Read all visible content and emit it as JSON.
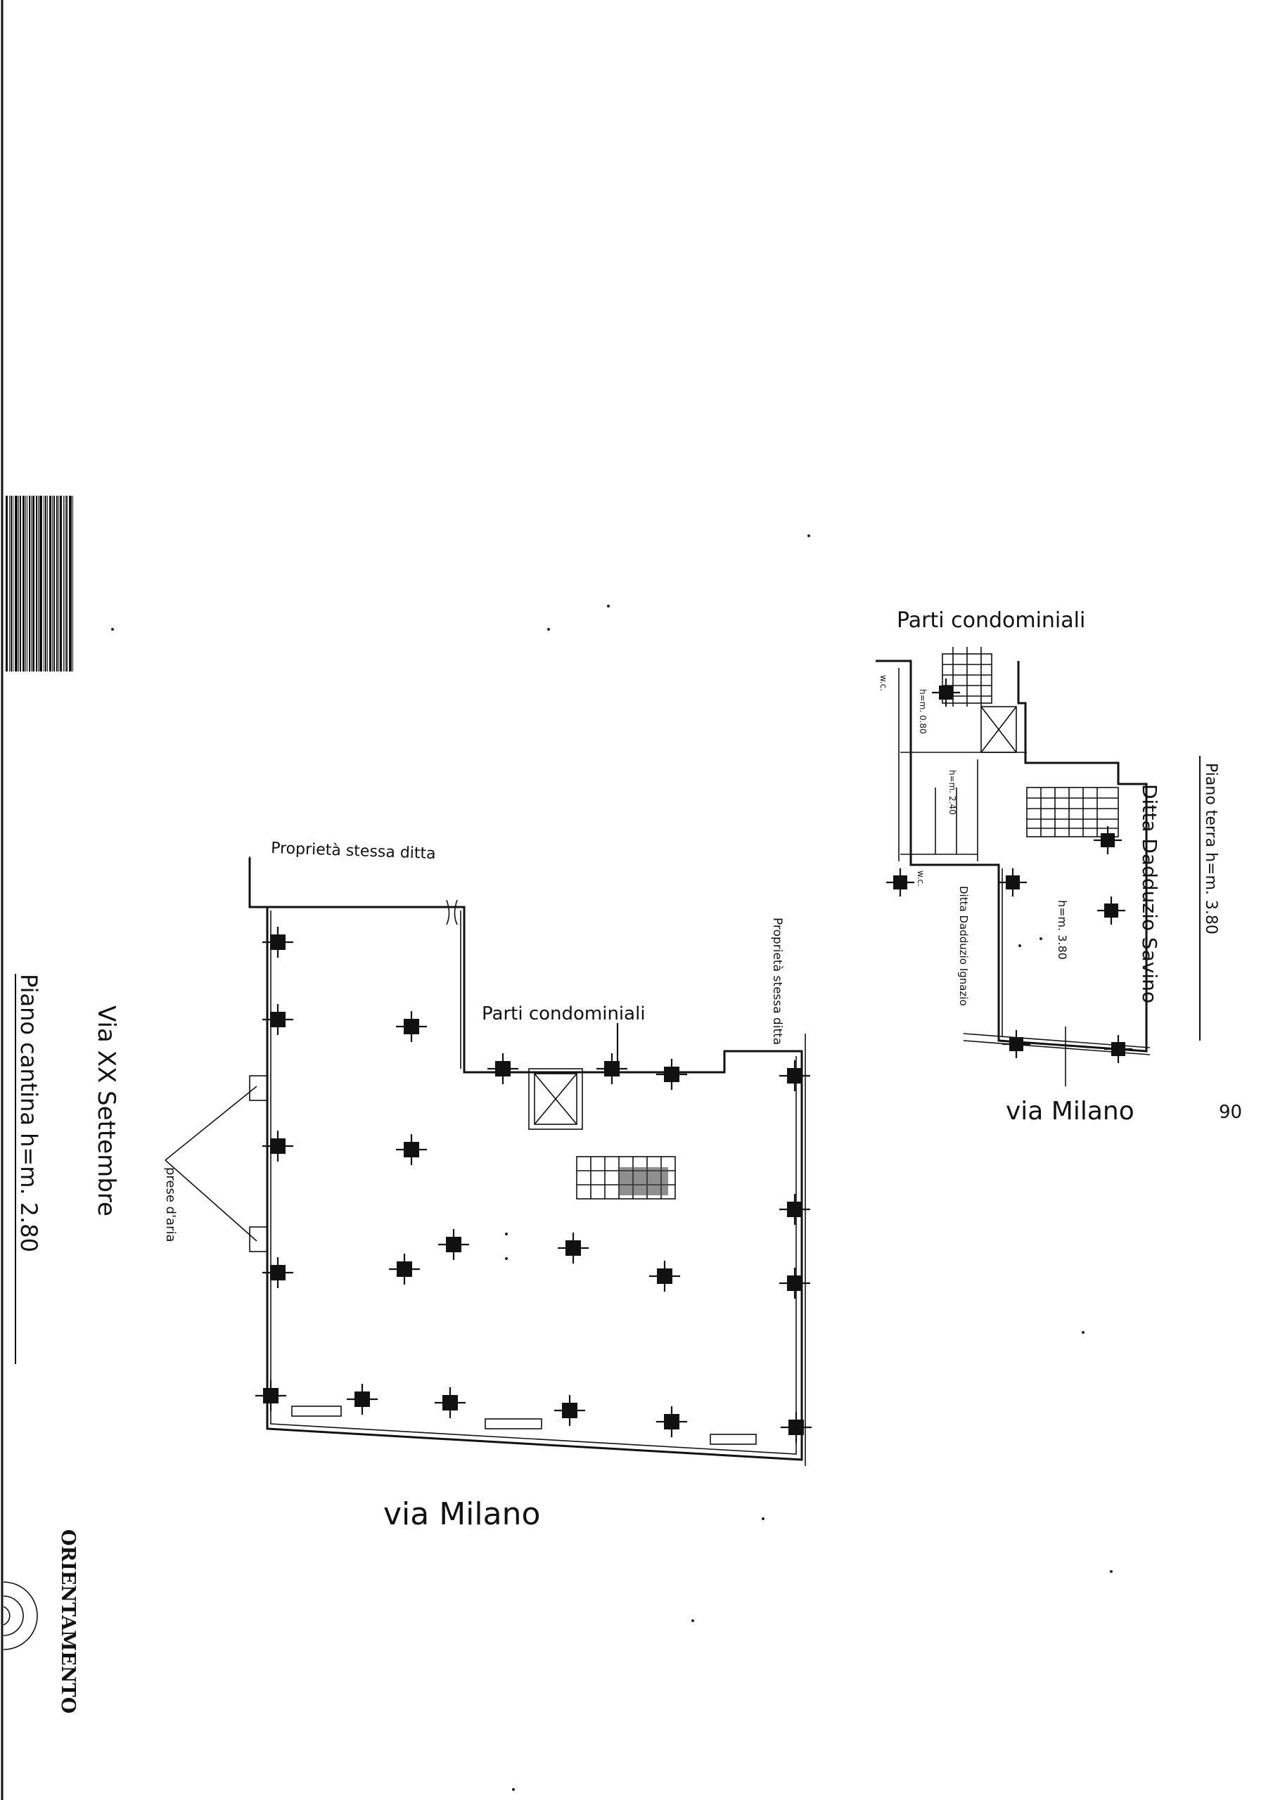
{
  "labels": {
    "proprieta_stessa_ditta_top": "Proprietà stessa ditta",
    "parti_condominiali_left": "Parti condominiali",
    "proprieta_stessa_ditta_side": "Proprietà stessa ditta",
    "via_xx_settembre": "Via XX Settembre",
    "prese_aria": "prese d'aria",
    "via_milano_bottom": "via Milano",
    "piano_cantina": "Piano cantina h=m. 2.80",
    "orientamento": "ORIENTAMENTO",
    "parti_condominiali_right": "Parti condominiali",
    "piano_terra": "Piano terra h=m. 3.80",
    "ditta_dadduzio_right": "Ditta Dadduzio Savino",
    "ditta_dadduzio_inner": "Ditta Dadduzio Ignazio",
    "h_inner": "h=m. 3.80",
    "via_milano_right": "via Milano",
    "civic_number": "90",
    "wc": "w.c.",
    "h_small_1": "h=m. 0.80",
    "h_small_2": "h=m. 2.40"
  }
}
